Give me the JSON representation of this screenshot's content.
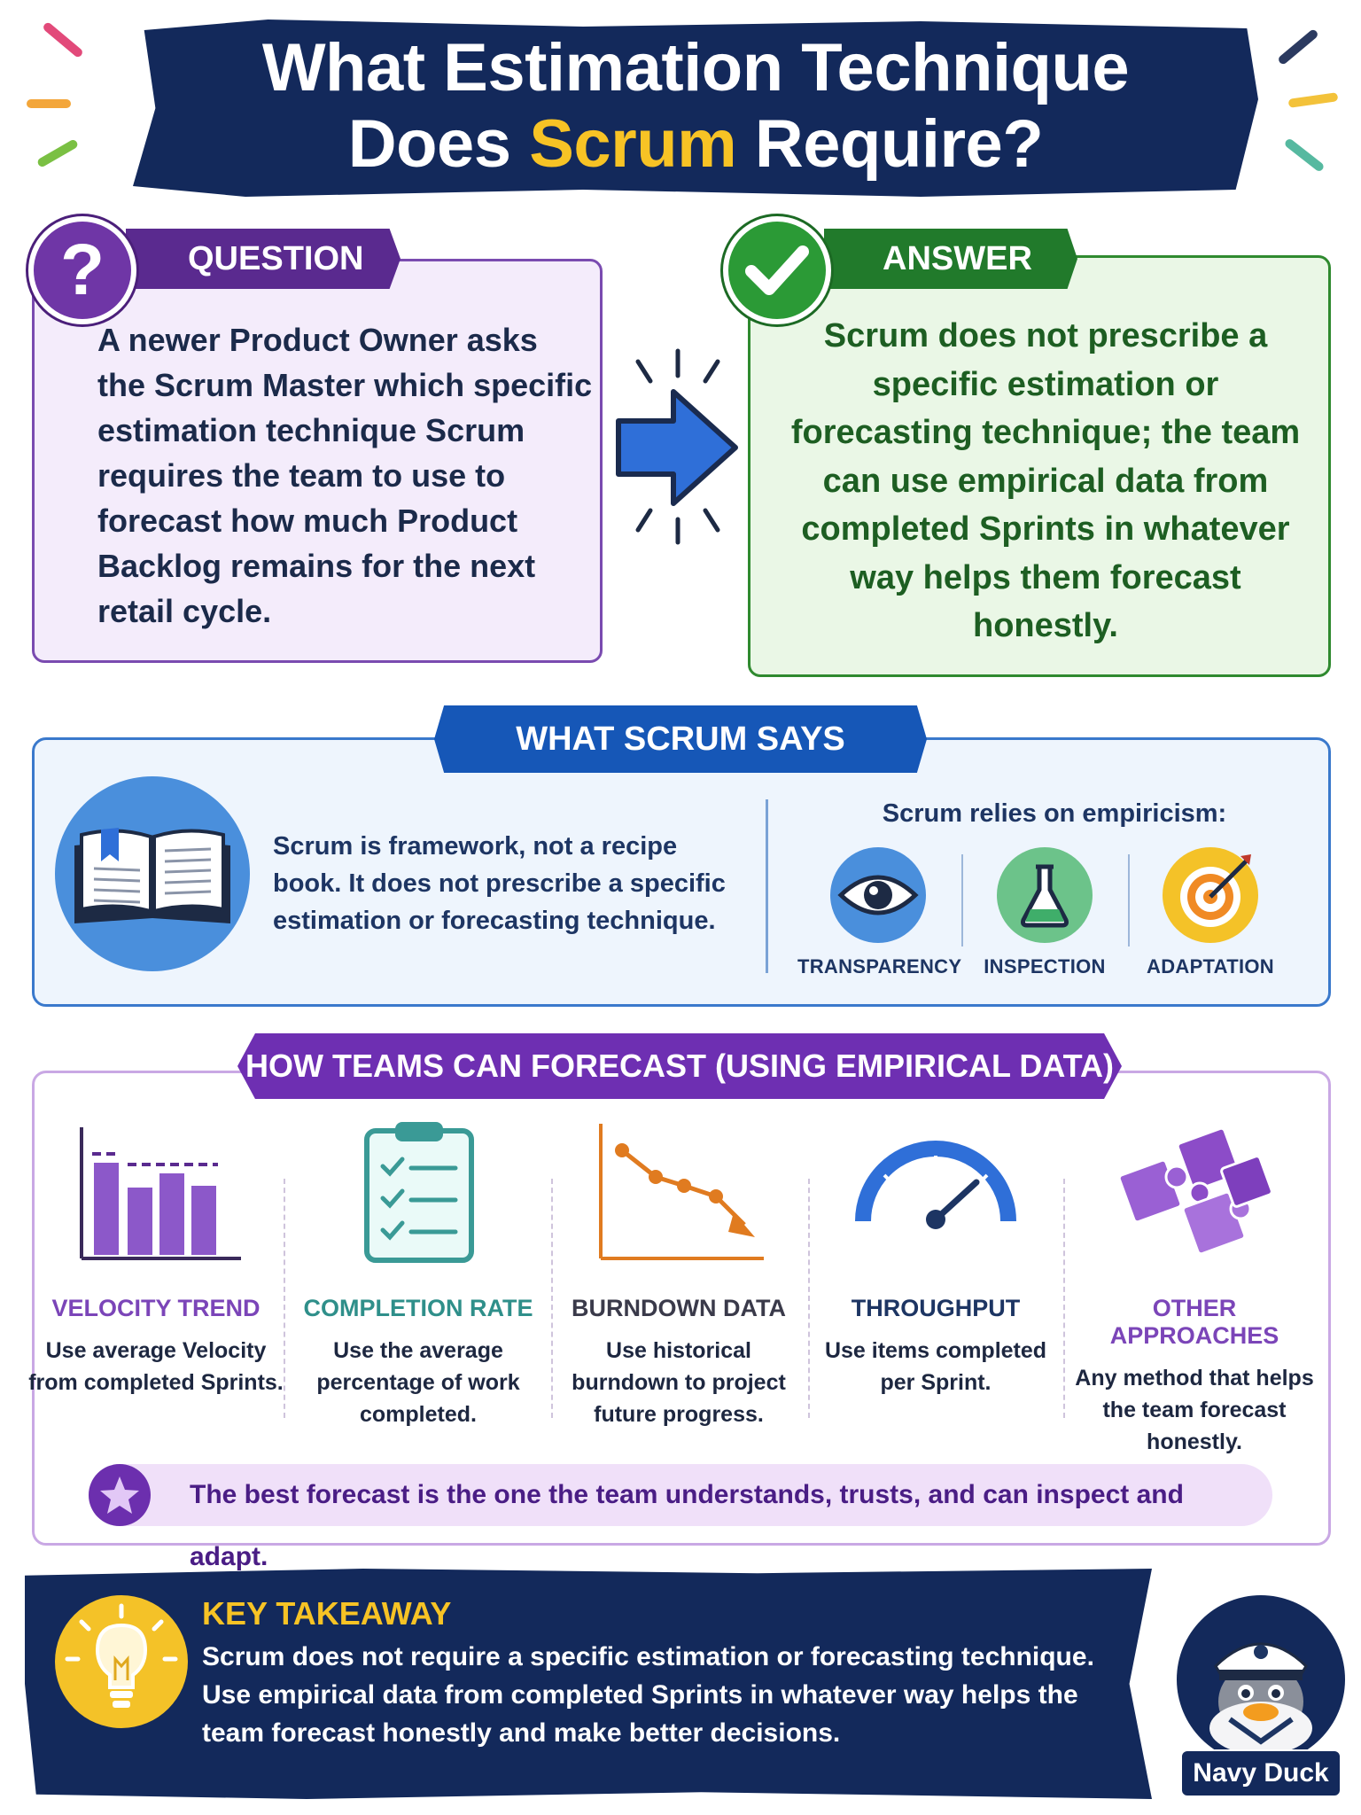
{
  "title": {
    "line1": "What Estimation Technique",
    "line2_before": "Does ",
    "line2_highlight": "Scrum",
    "line2_after": " Require?"
  },
  "question": {
    "tag": "QUESTION",
    "icon_glyph": "?",
    "text": "A newer Product Owner asks the Scrum Master which specific estimation technique Scrum requires the team to use to forecast how much Product Backlog remains for the next retail cycle."
  },
  "answer": {
    "tag": "ANSWER",
    "text": "Scrum does not prescribe a specific estimation or forecasting technique; the team can use empirical data from completed Sprints in whatever way helps them forecast honestly."
  },
  "what_scrum_says": {
    "tag": "WHAT SCRUM SAYS",
    "text": "Scrum is framework, not a recipe book. It does not prescribe a specific estimation or forecasting technique.",
    "empiricism_title": "Scrum relies on empiricism:",
    "pillars": [
      {
        "label": "TRANSPARENCY",
        "icon": "eye-icon",
        "color": "#4a8fdc"
      },
      {
        "label": "INSPECTION",
        "icon": "flask-icon",
        "color": "#6cc38a"
      },
      {
        "label": "ADAPTATION",
        "icon": "target-icon",
        "color": "#f4c228"
      }
    ]
  },
  "how_teams_forecast": {
    "tag": "HOW TEAMS CAN FORECAST (USING EMPIRICAL DATA)",
    "items": [
      {
        "title": "VELOCITY TREND",
        "desc": "Use average Velocity from completed Sprints.",
        "color": "#7b45b8"
      },
      {
        "title": "COMPLETION RATE",
        "desc": "Use the average percentage of work completed.",
        "color": "#2f8f8a"
      },
      {
        "title": "BURNDOWN DATA",
        "desc": "Use historical burndown to project future progress.",
        "color": "#3a3a4a"
      },
      {
        "title": "THROUGHPUT",
        "desc": "Use items completed per Sprint.",
        "color": "#1d3563"
      },
      {
        "title": "OTHER APPROACHES",
        "desc": "Any method that helps the team forecast honestly.",
        "color": "#7b45b8"
      }
    ],
    "best_forecast": "The best forecast is the one the team understands, trusts, and can inspect and adapt."
  },
  "key_takeaway": {
    "title": "KEY TAKEAWAY",
    "text": "Scrum does not require a specific estimation or forecasting technique. Use empirical data from completed Sprints in whatever way helps the team forecast honestly and make better decisions."
  },
  "mascot": {
    "label": "Navy Duck"
  },
  "colors": {
    "navy": "#13295b",
    "gold": "#f7c325",
    "purple": "#6e2fb2",
    "green": "#217a2b",
    "blue": "#1657b7"
  }
}
